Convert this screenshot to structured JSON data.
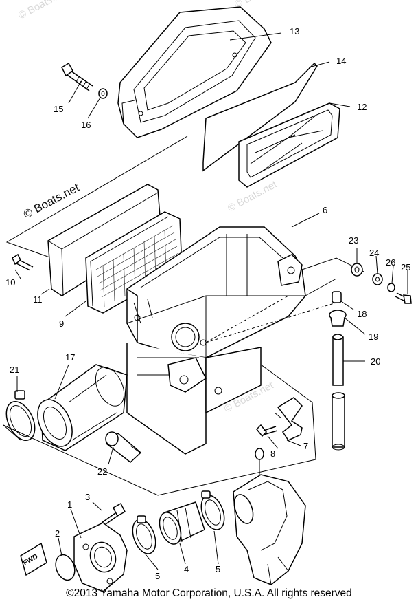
{
  "watermarks": {
    "main": "© Boats.net",
    "faint": "© Boats.net"
  },
  "callouts": {
    "p1": "1",
    "p2": "2",
    "p3": "3",
    "p4": "4",
    "p5a": "5",
    "p5b": "5",
    "p6": "6",
    "p7": "7",
    "p8": "8",
    "p9": "9",
    "p10": "10",
    "p11": "11",
    "p12": "12",
    "p13": "13",
    "p14": "14",
    "p15": "15",
    "p16": "16",
    "p17": "17",
    "p18": "18",
    "p19": "19",
    "p20": "20",
    "p21": "21",
    "p22": "22",
    "p23": "23",
    "p24": "24",
    "p25": "25",
    "p26": "26"
  },
  "fwd_mark": "FWD",
  "footer": "©2013 Yamaha Motor Corporation, U.S.A. All rights reserved"
}
